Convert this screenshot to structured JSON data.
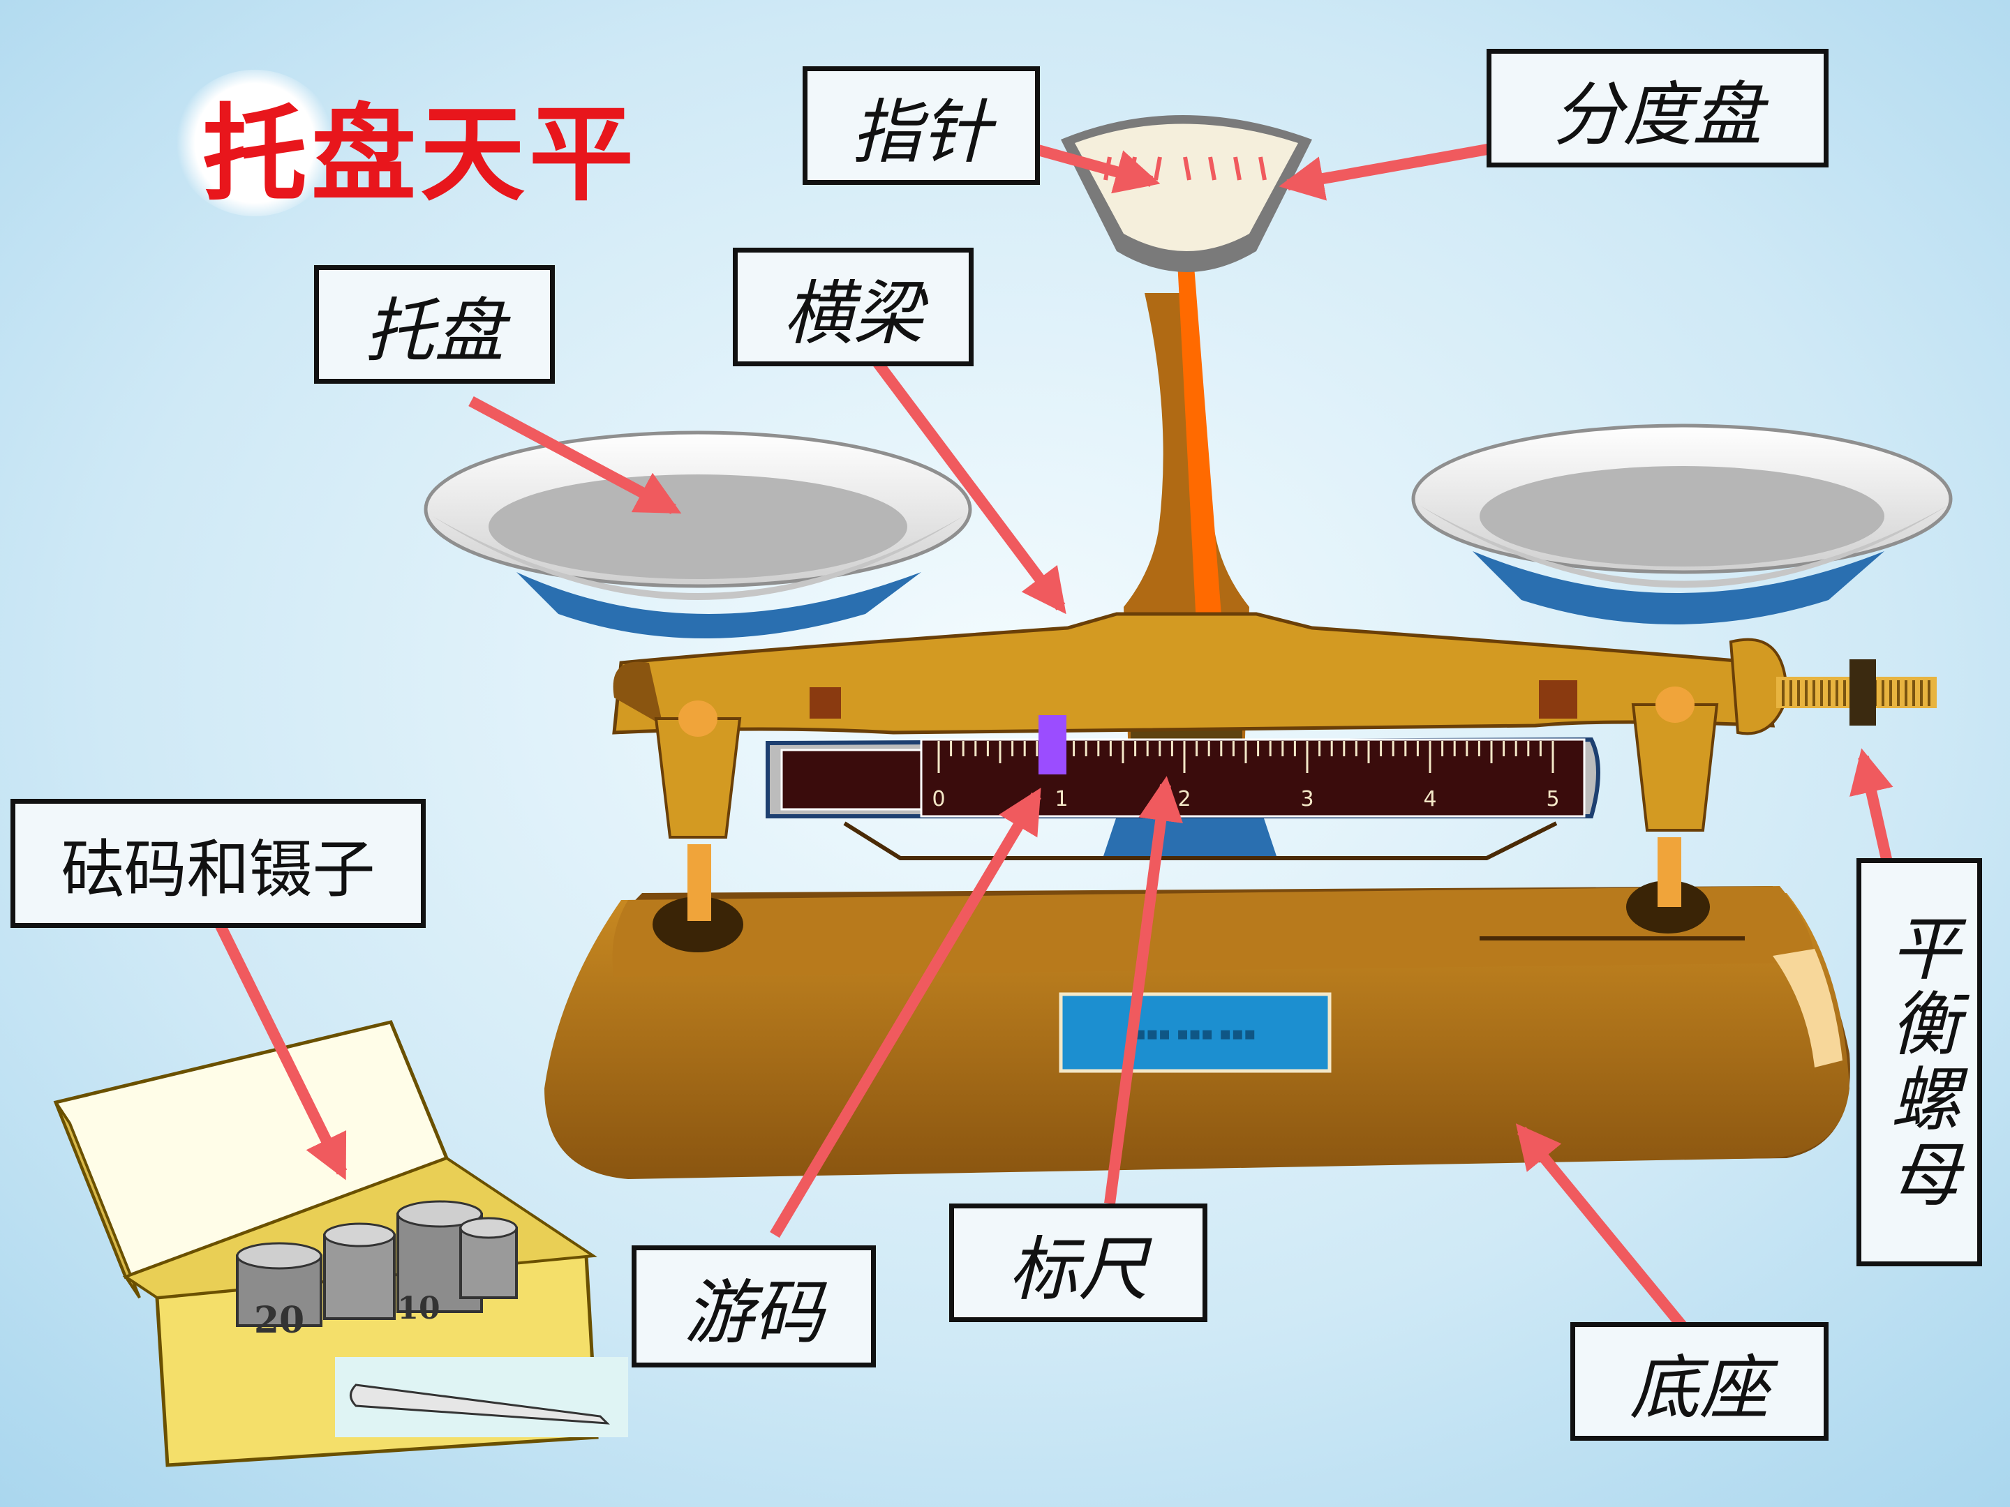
{
  "title": "托盘天平",
  "labels": {
    "pointer": "指针",
    "dial": "分度盘",
    "tray": "托盘",
    "beam": "横梁",
    "weights": "砝码和镊子",
    "rider": "游码",
    "scale": "标尺",
    "base": "底座",
    "balance_nut": "平衡螺母"
  },
  "ruler_ticks": [
    "0",
    "1",
    "2",
    "3",
    "4",
    "5"
  ],
  "weight_marks": [
    "20",
    "10"
  ],
  "colors": {
    "arrow": "#f05a5e",
    "title": "#e8161c",
    "body": "#b67a1a",
    "beam": "#d39a22",
    "ruler": "#3a0c0c",
    "rider": "#9b4dff"
  }
}
